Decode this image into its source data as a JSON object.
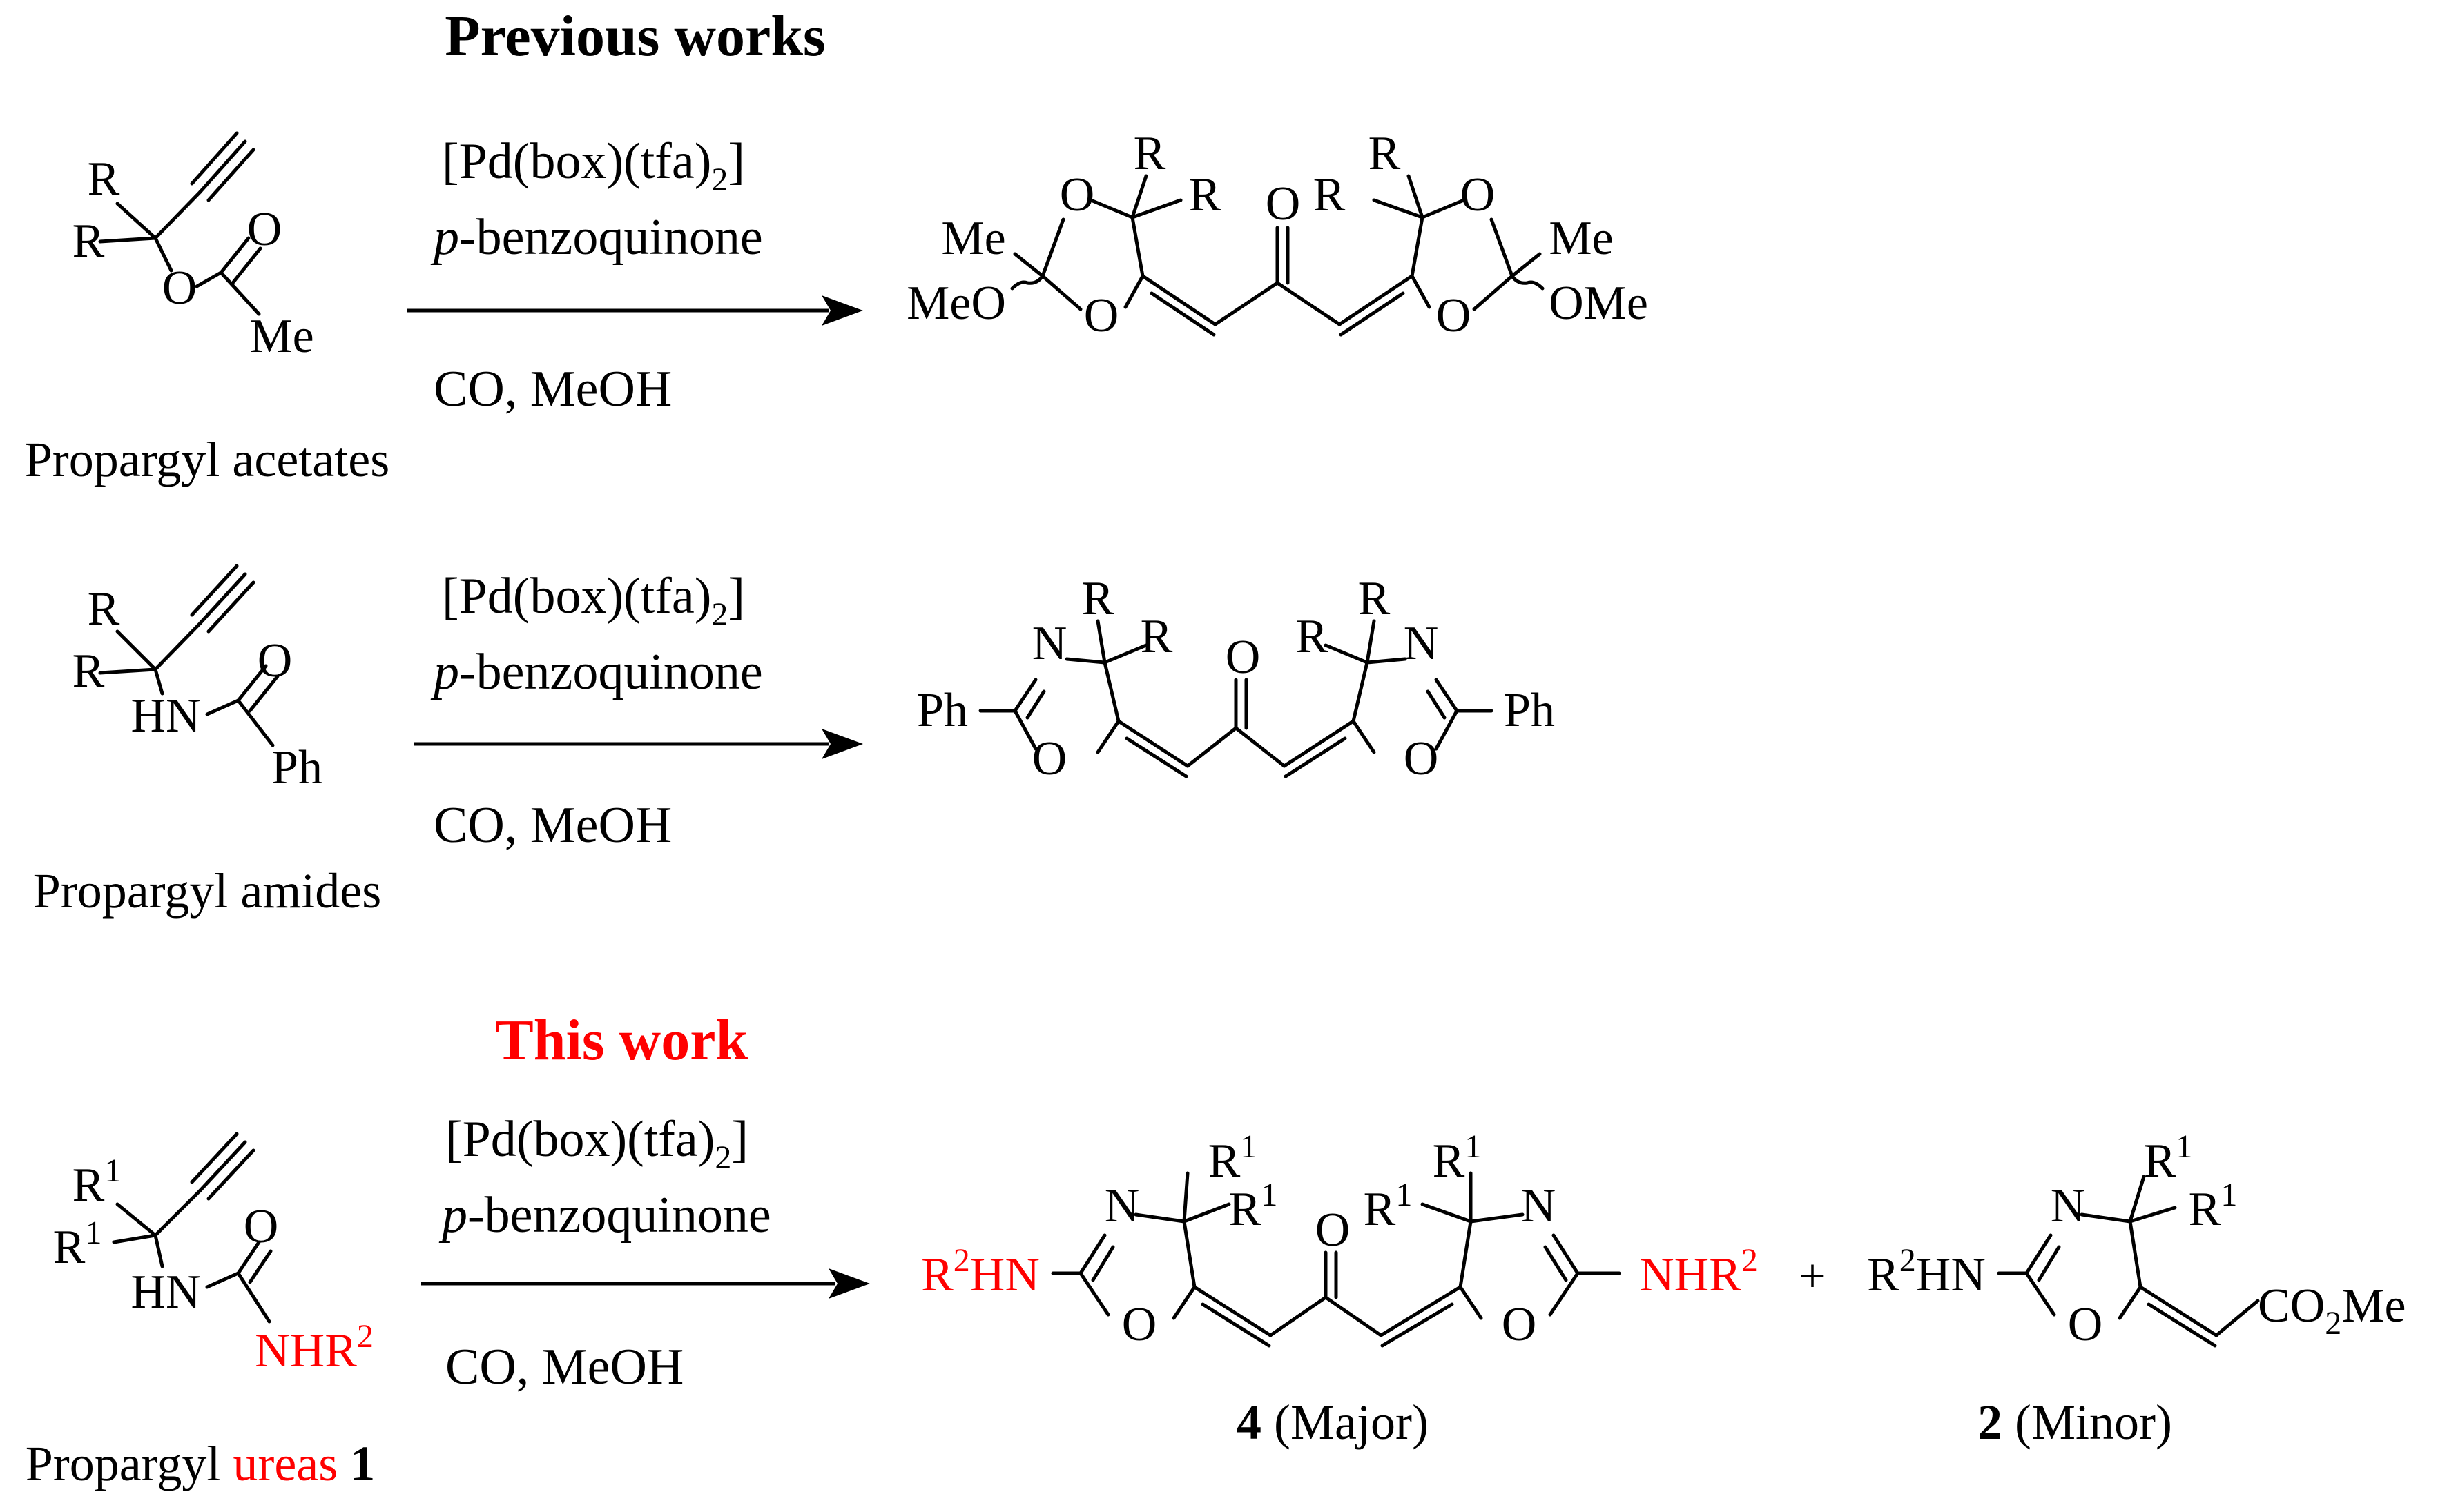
{
  "headers": {
    "previous": "Previous works",
    "this": "This work",
    "this_color": "#ff0000"
  },
  "conditions": {
    "catalyst": "[Pd(box)(tfa)",
    "catalyst_sub": "2",
    "catalyst_close": "]",
    "oxidant_italic": "p",
    "oxidant_rest": "-benzoquinone",
    "gas_solvent": "CO, MeOH"
  },
  "captions": {
    "acetates": "Propargyl acetates",
    "amides": "Propargyl amides",
    "ureas_pre": "Propargyl ",
    "ureas_red": "ureas",
    "ureas_num": "1",
    "major_num": "4",
    "major_text": "(Major)",
    "minor_num": "2",
    "minor_text": "(Minor)",
    "plus": "+"
  },
  "atoms": {
    "R": "R",
    "O": "O",
    "N": "N",
    "Me": "Me",
    "MeO": "MeO",
    "OMe": "OMe",
    "HN": "HN",
    "Ph": "Ph",
    "R1_base": "R",
    "R1_sup": "1",
    "R2_base": "R",
    "R2_sup": "2",
    "NH": "NH",
    "HN_suffix": "HN",
    "CO2Me_a": "CO",
    "CO2Me_sub": "2",
    "CO2Me_b": "Me"
  },
  "colors": {
    "highlight": "#ff0000",
    "ink": "#000000"
  }
}
